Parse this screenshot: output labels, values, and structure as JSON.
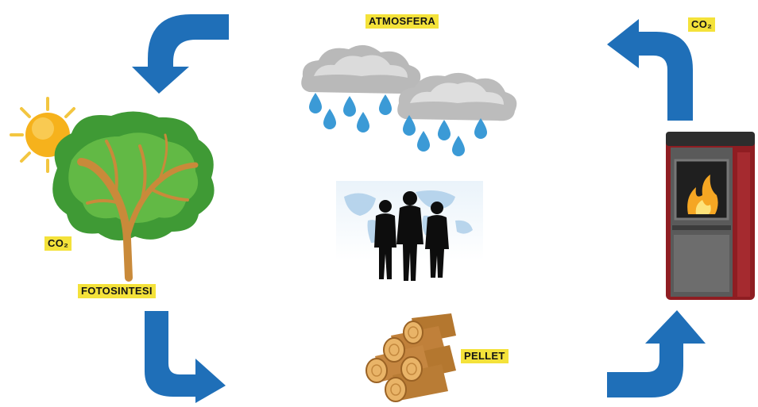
{
  "labels": {
    "atmosphere": "ATMOSFERA",
    "co2_top_right": "CO₂",
    "co2_tree": "CO₂",
    "photosynthesis": "FOTOSINTESI",
    "pellet": "PELLET"
  },
  "colors": {
    "arrow": "#1f6fb8",
    "label_background": "#f4e23a",
    "tree_foliage": "#3f9a35",
    "tree_trunk": "#c98a3a",
    "sun": "#f6b21c",
    "cloud": "#b9b9b9",
    "raindrop": "#3b9ad6",
    "stove_body": "#8f1d22",
    "flame": "#f5a623",
    "wood_log": "#e3a553"
  },
  "icons": [
    "sun-icon",
    "tree-icon",
    "cloud-icon",
    "raindrop-icon",
    "people-silhouette-icon",
    "wood-logs-icon",
    "pellet-stove-icon",
    "cycle-arrow-icon"
  ]
}
